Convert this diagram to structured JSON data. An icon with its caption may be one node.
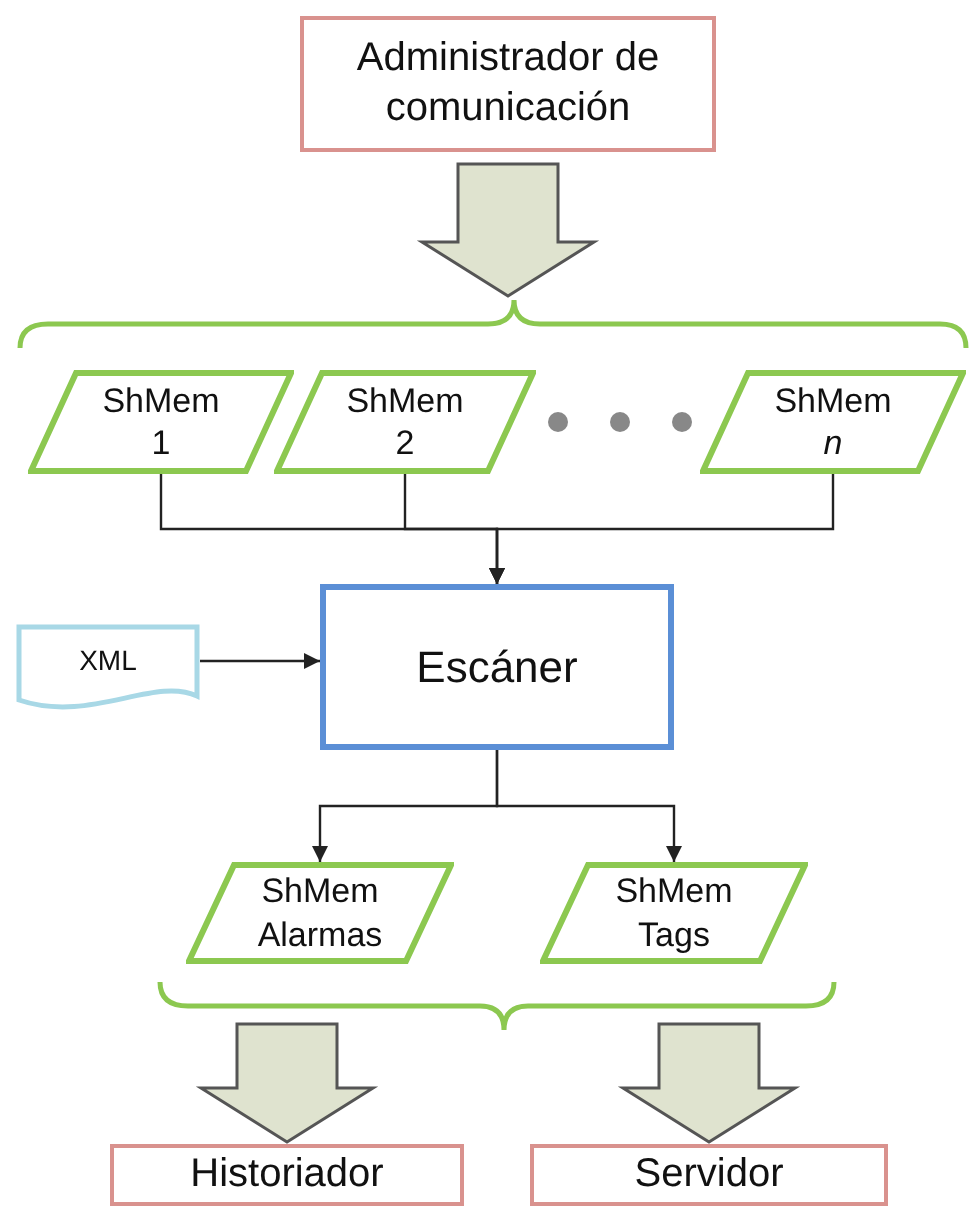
{
  "diagram": {
    "nodes": [
      {
        "text": [
          "Administrador de comunicación"
        ]
      },
      {
        "text": [
          "ShMem 1"
        ]
      },
      {
        "text": [
          "ShMem 2"
        ]
      },
      {
        "text": [
          "ShMem *n*"
        ]
      },
      {
        "text": [
          "XML"
        ]
      },
      {
        "text": [
          "Escáner"
        ]
      },
      {
        "text": [
          "ShMem Alarmas"
        ]
      },
      {
        "text": [
          "ShMem Tags"
        ]
      },
      {
        "text": [
          "Historiador"
        ]
      },
      {
        "text": [
          "Servidor"
        ]
      }
    ],
    "edges": [
      {
        "from": 0,
        "to": null,
        "arrow": "to",
        "style": "thick"
      },
      {
        "from": 1,
        "to": 5,
        "arrow": "to"
      },
      {
        "from": 2,
        "to": 5,
        "arrow": "to"
      },
      {
        "from": 3,
        "to": 5,
        "arrow": "to"
      },
      {
        "from": 4,
        "to": 5,
        "arrow": "to"
      },
      {
        "from": 5,
        "to": 6,
        "arrow": "to"
      },
      {
        "from": 5,
        "to": 7,
        "arrow": "to"
      },
      {
        "from": null,
        "to": 8,
        "arrow": "to",
        "style": "thick"
      },
      {
        "from": null,
        "to": 9,
        "arrow": "to",
        "style": "thick"
      }
    ]
  }
}
